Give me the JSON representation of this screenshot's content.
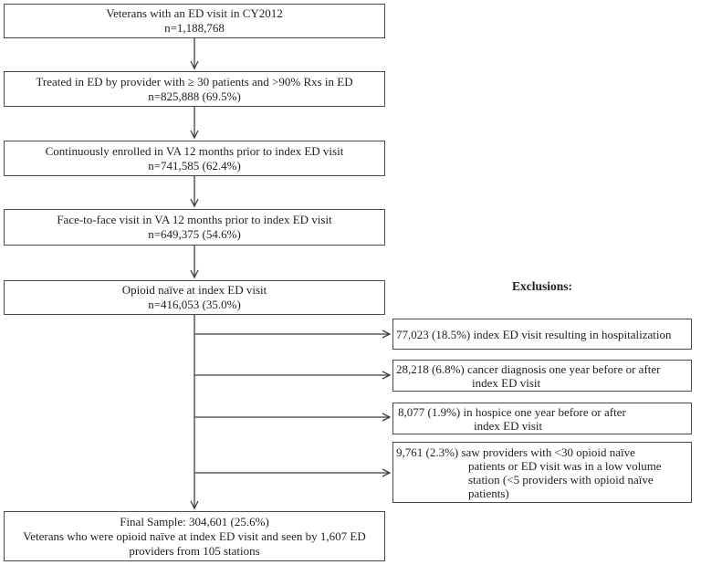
{
  "diagram": {
    "flow_boxes": [
      {
        "lines": [
          "Veterans with an ED visit in CY2012",
          "n=1,188,768"
        ]
      },
      {
        "lines": [
          "Treated in ED by provider with ≥ 30 patients and >90% Rxs in ED",
          "n=825,888 (69.5%)"
        ]
      },
      {
        "lines": [
          "Continuously enrolled in VA 12 months prior to index ED visit",
          "n=741,585 (62.4%)"
        ]
      },
      {
        "lines": [
          "Face-to-face visit in VA 12 months prior to index ED visit",
          "n=649,375 (54.6%)"
        ]
      },
      {
        "lines": [
          "Opioid naïve at index ED visit",
          "n=416,053 (35.0%)"
        ]
      },
      {
        "lines": [
          "Final Sample: 304,601 (25.6%)",
          "Veterans who were opioid naïve at index ED visit and seen by 1,607 ED providers from 105 stations"
        ]
      }
    ],
    "exclusions": {
      "header": "Exclusions:",
      "boxes": [
        {
          "lines": [
            "77,023 (18.5%) index ED visit resulting in hospitalization"
          ]
        },
        {
          "lines": [
            "28,218 (6.8%) cancer diagnosis one year before or after",
            "index ED visit"
          ]
        },
        {
          "lines": [
            "8,077 (1.9%) in hospice one year before or after",
            "index ED visit"
          ]
        },
        {
          "lines": [
            "9,761 (2.3%) saw providers with <30 opioid naïve",
            "patients or ED visit was in a low volume",
            "station (<5 providers with opioid naïve",
            "patients)"
          ]
        }
      ]
    },
    "colors": {
      "border": "#4a4a4a",
      "arrow": "#3f3f3f",
      "text": "#1f1f1f",
      "background": "#ffffff"
    }
  }
}
